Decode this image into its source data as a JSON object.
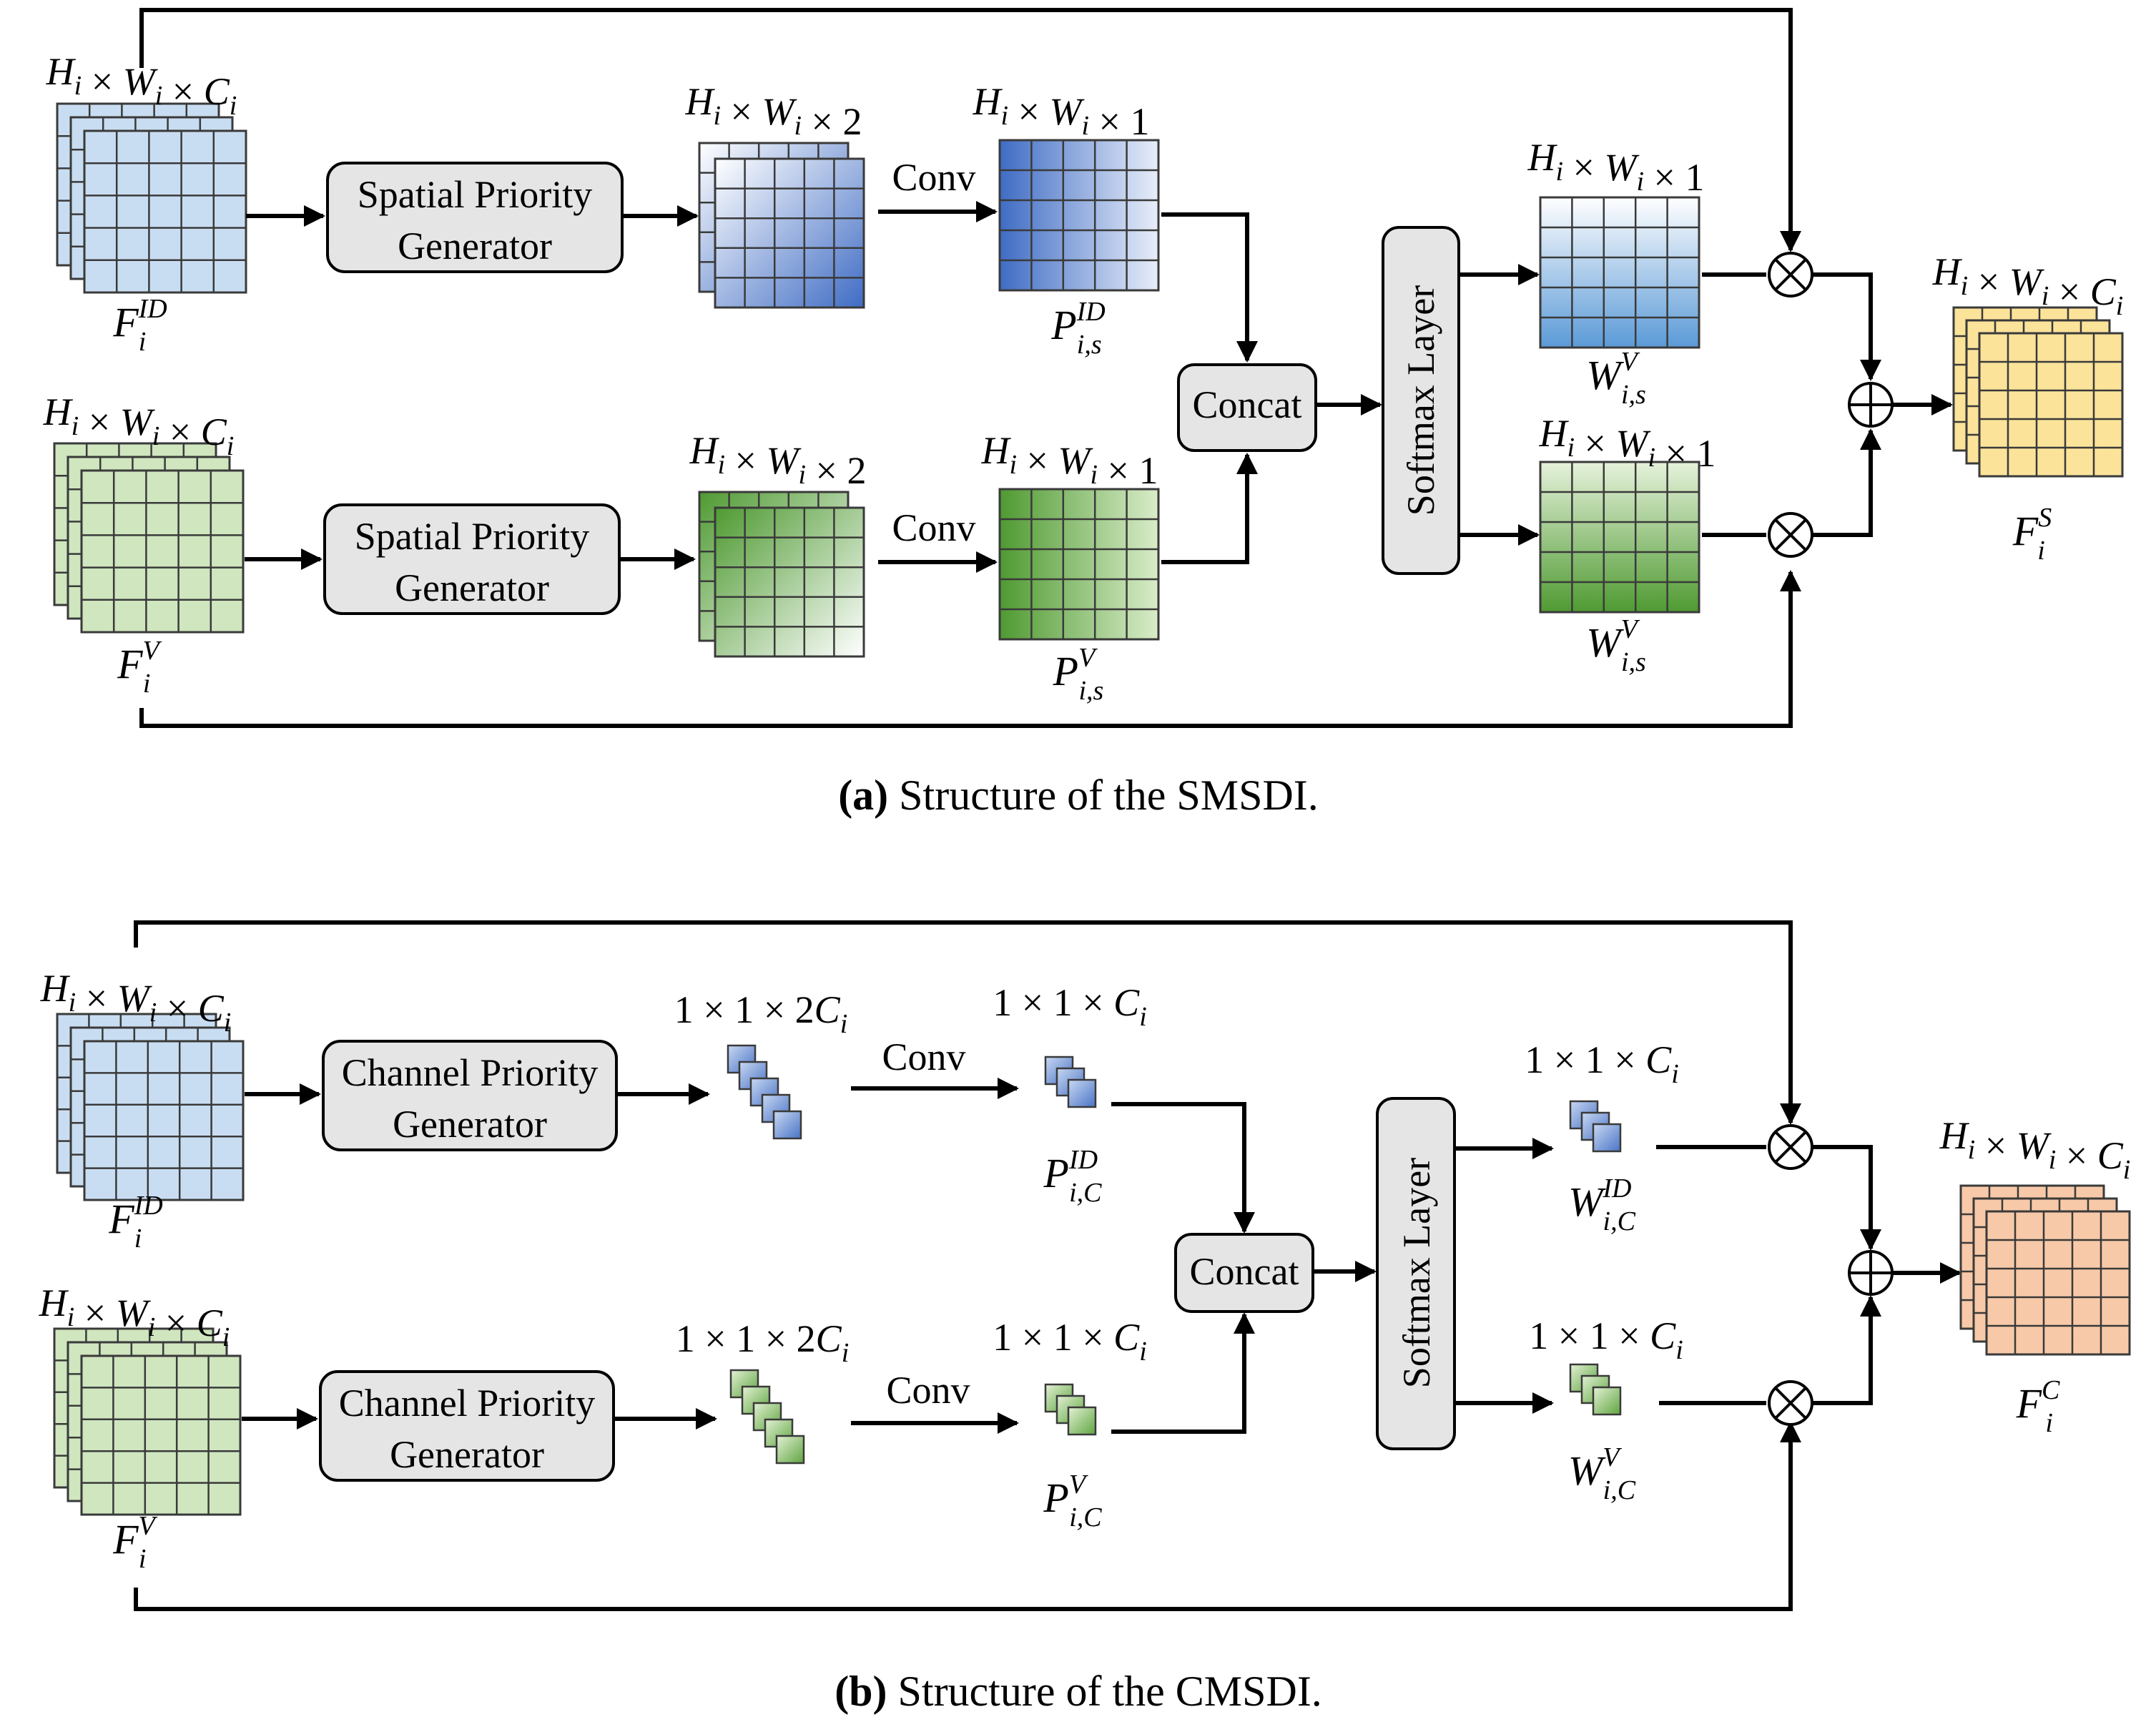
{
  "panel_a": {
    "caption_letter": "(a)",
    "caption_text": " Structure of the SMSDI.",
    "generator_top": {
      "line1": "Spatial Priority",
      "line2": "Generator"
    },
    "generator_bottom": {
      "line1": "Spatial Priority",
      "line2": "Generator"
    },
    "conv_top": "Conv",
    "conv_bottom": "Conv",
    "concat": "Concat",
    "softmax": "Softmax Layer",
    "dims": {
      "input_top": "Hi × Wi × Ci",
      "input_bottom": "Hi × Wi × Ci",
      "gen_out_top": "Hi × Wi × 2",
      "gen_out_bottom": "Hi × Wi × 2",
      "conv_out_top": "Hi × Wi × 1",
      "conv_out_bottom": "Hi × Wi × 1",
      "weight_top": "Hi × Wi × 1",
      "weight_bottom": "Hi × Wi × 1",
      "output": "Hi × Wi × Ci"
    },
    "symbols": {
      "input_top": {
        "base": "F",
        "sub": "i",
        "sup": "ID"
      },
      "input_bottom": {
        "base": "F",
        "sub": "i",
        "sup": "V"
      },
      "prior_top": {
        "base": "P",
        "sub": "i,s",
        "sup": "ID"
      },
      "prior_bottom": {
        "base": "P",
        "sub": "i,s",
        "sup": "V"
      },
      "weight_top": {
        "base": "W",
        "sub": "i,s",
        "sup": "V"
      },
      "weight_bottom": {
        "base": "W",
        "sub": "i,s",
        "sup": "V"
      },
      "output": {
        "base": "F",
        "sub": "i",
        "sup": "S"
      }
    }
  },
  "panel_b": {
    "caption_letter": "(b)",
    "caption_text": " Structure of the CMSDI.",
    "generator_top": {
      "line1": "Channel Priority",
      "line2": "Generator"
    },
    "generator_bottom": {
      "line1": "Channel Priority",
      "line2": "Generator"
    },
    "conv_top": "Conv",
    "conv_bottom": "Conv",
    "concat": "Concat",
    "softmax": "Softmax Layer",
    "dims": {
      "input_top": "Hi × Wi × Ci",
      "input_bottom": "Hi × Wi × Ci",
      "gen_out_top": "1 × 1 × 2Ci",
      "gen_out_bottom": "1 × 1 × 2Ci",
      "conv_out_top": "1 × 1 × Ci",
      "conv_out_bottom": "1 × 1 × Ci",
      "weight_top": "1 × 1 × Ci",
      "weight_bottom": "1 × 1 × Ci",
      "output": "Hi × Wi × Ci"
    },
    "symbols": {
      "input_top": {
        "base": "F",
        "sub": "i",
        "sup": "ID"
      },
      "input_bottom": {
        "base": "F",
        "sub": "i",
        "sup": "V"
      },
      "prior_top": {
        "base": "P",
        "sub": "i,C",
        "sup": "ID"
      },
      "prior_bottom": {
        "base": "P",
        "sub": "i,C",
        "sup": "V"
      },
      "weight_top": {
        "base": "W",
        "sub": "i,C",
        "sup": "ID"
      },
      "weight_bottom": {
        "base": "W",
        "sub": "i,C",
        "sup": "V"
      },
      "output": {
        "base": "F",
        "sub": "i",
        "sup": "C"
      }
    }
  },
  "colors": {
    "blue_light": "#c9ddf2",
    "blue_dark": "#4a74c6",
    "green_light": "#cfe6bf",
    "green_dark": "#5fa53f",
    "yellow": "#fbe39a",
    "orange": "#f8c9a8",
    "box_fill": "#e5e5e5"
  }
}
